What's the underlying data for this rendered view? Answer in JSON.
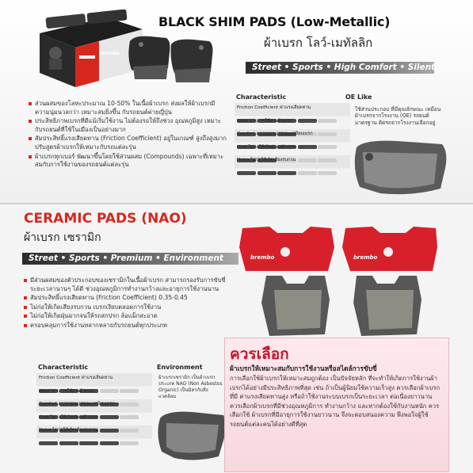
{
  "top": {
    "title": "BLACK SHIM PADS (Low-Metallic)",
    "subtitle_thai": "ผ้าเบรก โลว์-เมทัลลิก",
    "tagline": "Street • Sports • High Comfort • Silent",
    "box_brand": "brembo",
    "bullets": [
      "ส่วนผสมของโลหะประมาณ 10-50% ในเนื้อผ้าเบรก ส่งผลให้ผ้าเบรกมีความนุ่มนวลกว่า เหมาะสมยิ่งขึ้น กับรถยนต์ค่ายญี่ปุ่น",
      "ประสิทธิภาพเบรกที่ดีแม้เริ่มใช้งาน ไม่ต้องรอให้ถึงช่วง อุณหภูมิสูง เหมาะกับรถยนต์ที่ใช้ในเมืองเป็นอย่างมาก",
      "สัมประสิทธิ์แรงเสียดทาน (Friction Coefficient) อยู่ในเกณฑ์ สูงถึงสูงมาก ปรับสูตรผ้าเบรกให้เหมาะกับรถแต่ละรุ่น",
      "ผ้าเบรกทุกเบอร์ พัฒนาขึ้นโดยใช้ส่วนผสม (Compounds) เฉพาะที่เหมาะสมกับการใช้งานของรถยนต์แต่ละรุ่น"
    ]
  },
  "characteristic_top": {
    "heading": "Characteristic",
    "rows": [
      {
        "label": "Friction Coefficient ค่าแรงเสียดทาน",
        "level": 4
      },
      {
        "label": "Wear อายุการใช้งานผ้าเบรก",
        "level": 3
      },
      {
        "label": "Comfort ความนุ่มนวลขณะเหยียบเบรก",
        "level": 4
      },
      {
        "label": "Dust ไม่ก่อให้เกิดฝุ่นผงผ้าเบรก",
        "level": 2
      },
      {
        "label": "Noise ไม่ก่อให้เกิดเสียงรบกวน",
        "level": 3
      }
    ]
  },
  "oe": {
    "heading": "OE Like",
    "text": "ใช้ส่วนประกอบ ที่มีคุณลักษณะ เหมือนผ้าเบรกจากโรงงาน (OE) รถยนต์มาตรฐาน ติดรถจากโรงงานเลือกอยู่"
  },
  "ceramic": {
    "title": "CERAMIC PADS (NAO)",
    "subtitle_thai": "ผ้าเบรก เซรามิก",
    "tagline": "Street • Sports • Premium • Environment",
    "brand": "brembo",
    "bullets": [
      "มีส่วนผสมของตัวประกอบของเซรามิกในเนื้อผ้าเบรก สามารถรองรับการขับขี่ระยะเวลานานๆ ได้ดี ช่วงอุณหภูมิการทำงานกว้างและอายุการใช้งานนาน",
      "สัมประสิทธิ์แรงเสียดทาน (Friction Coefficient) 0.35-0.45",
      "ไม่ก่อให้เกิดเสียงรบกวน เบรกเงียบตลอดการใช้งาน",
      "ไม่ก่อให้เกิดฝุ่นมากจนให้รถสกปรก ล้อแม็กสะอาด",
      "ครอบคลุมการใช้งานหลากหลายกับรถยนต์ทุกประเภท"
    ]
  },
  "characteristic_bottom": {
    "heading": "Characteristic",
    "rows": [
      {
        "label": "Friction Coefficient ค่าแรงเสียดทาน",
        "level": 3
      },
      {
        "label": "Wear อายุการใช้งานผ้าเบรก",
        "level": 4
      },
      {
        "label": "Comfort ความนุ่มนวลขณะเหยียบเบรก",
        "level": 4
      },
      {
        "label": "Dust ไม่ก่อให้เกิดฝุ่นผงผ้าเบรก",
        "level": 4
      },
      {
        "label": "Noise ไม่ก่อให้เกิดเสียงรบกวน",
        "level": 4
      }
    ]
  },
  "environment": {
    "heading": "Environment",
    "text": "ผ้าเบรกเซรามิก เป็นผ้าเบรก ประเภท NAO (Non Asbestos Organic) เป็นมิตรกับสิ่งแวดล้อม"
  },
  "suggest": {
    "title": "ควรเลือก",
    "subtitle": "ผ้าเบรกให้เหมาะสมกับการใช้งานหรือสไตล์การขับขี่",
    "body": "การเลือกใช้ผ้าเบรกให้เหมาะสมถูกต้อง เป็นปัจจัยหลัก ที่จะทำให้เกิดการใช้งานผ้าเบรกได้อย่างมีประสิทธิภาพที่สุด เช่น ถ้าเป็นผู้นิยมใช้ความเร็วสูง ควรเลือกผ้าเบรกที่มี ค่าแรงเสียดทานสูง หรือถ้าใช้งานระบบเบรกเป็นระยะเวลา ต่อเนื่องยาวนาน ควรเลือกผ้าเบรกที่มีช่วงอุณหภูมิการ ทำงานกว้าง และหากต้องใช้กับงานหนัก ควรเลือกใช้ ผ้าเบรกที่มีอายุการใช้งานยาวนาน จึงจะตอบสนองความ พึงพอใจผู้ใช้รถยนต์แต่ละคนได้อย่างดีที่สุด",
    "accent": "#c4172a"
  },
  "colors": {
    "brand_red": "#d9261c",
    "pad_red": "#d8202a",
    "dark": "#2b2b2b"
  }
}
